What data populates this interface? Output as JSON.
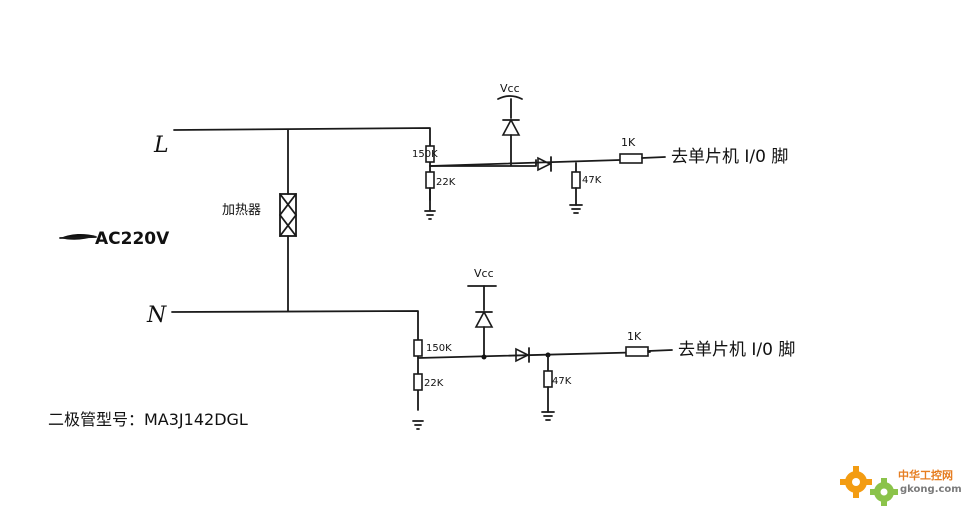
{
  "diagram": {
    "phase_line_label": "L",
    "neutral_line_label": "N",
    "supply_label": "AC220V",
    "load_label": "加热器",
    "diode_model_note": "二极管型号：MA3J142DGL",
    "top_branch": {
      "vcc_label": "Vcc",
      "upper_resistor": "150K",
      "lower_resistor": "22K",
      "shunt_resistor": "47K",
      "series_resistor": "1K",
      "output_label": "去单片机 I/0 脚"
    },
    "bottom_branch": {
      "vcc_label": "Vcc",
      "upper_resistor": "150K",
      "lower_resistor": "22K",
      "shunt_resistor": "47K",
      "series_resistor": "1K",
      "output_label": "去单片机 I/0 脚"
    }
  },
  "watermark": {
    "site_name": "中华工控网",
    "domain": "gkong.com",
    "brand_orange": "#f39c12",
    "brand_green": "#8bc34a"
  }
}
